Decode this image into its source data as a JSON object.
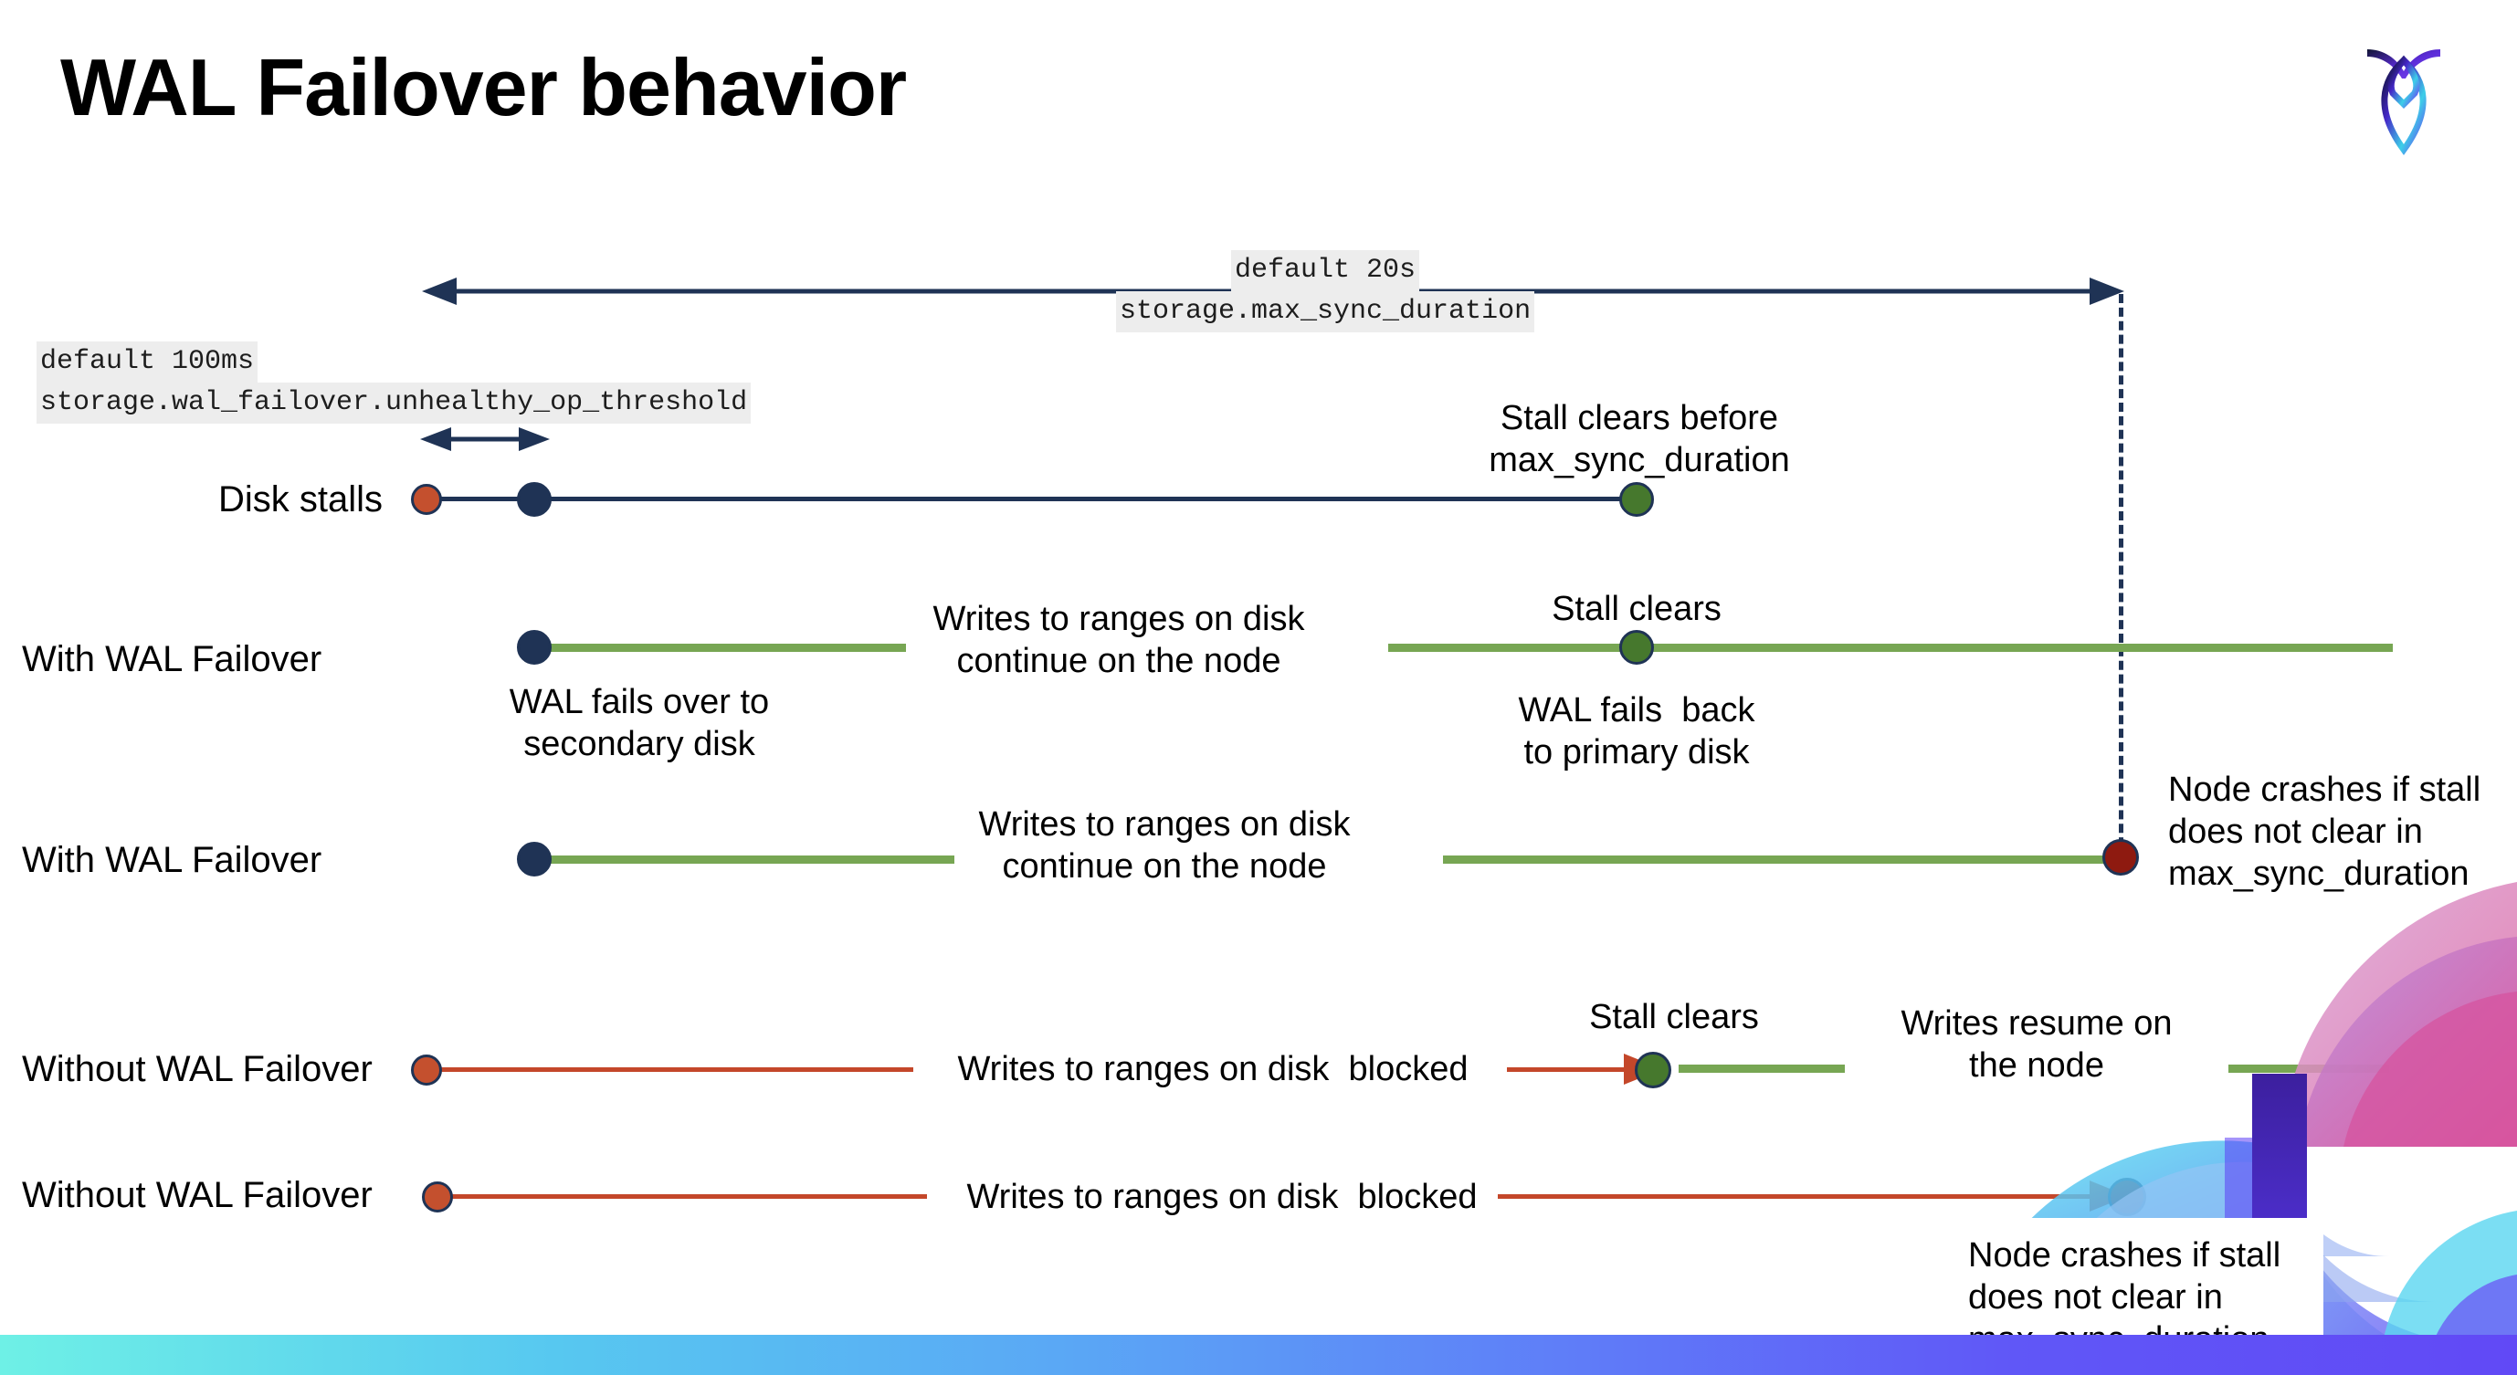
{
  "slide": {
    "title": "WAL Failover behavior",
    "logo_name": "cockroachdb-logo"
  },
  "settings": {
    "max_sync": {
      "default_label": "default 20s",
      "setting_label": "storage.max_sync_duration"
    },
    "unhealthy": {
      "default_label": "default 100ms",
      "setting_label": "storage.wal_failover.unhealthy_op_threshold"
    }
  },
  "rows": [
    {
      "label": "Disk stalls",
      "annotations": [
        "Stall clears before\nmax_sync_duration"
      ]
    },
    {
      "label": "With WAL Failover",
      "annotations": [
        "WAL fails over to\nsecondary disk",
        "Writes to ranges on disk\ncontinue on the node",
        "Stall clears",
        "WAL fails  back\nto primary disk"
      ]
    },
    {
      "label": "With WAL Failover",
      "annotations": [
        "Writes to ranges on disk\ncontinue on the node",
        "Node crashes if stall\ndoes not clear in\nmax_sync_duration"
      ]
    },
    {
      "label": "Without WAL Failover",
      "annotations": [
        "Writes to ranges on disk  blocked",
        "Stall clears",
        "Writes resume on\nthe node"
      ]
    },
    {
      "label": "Without WAL Failover",
      "annotations": [
        "Writes to ranges on disk  blocked",
        "Node crashes if stall\ndoes not clear in\nmax_sync_duration"
      ]
    }
  ],
  "colors": {
    "navy": "#1f3355",
    "green_line": "#77a653",
    "red_line": "#c4472a",
    "dot_orange": "#c4502e",
    "dot_green": "#46782d",
    "dot_red": "#8e1a10",
    "code_bg": "#ededed"
  }
}
